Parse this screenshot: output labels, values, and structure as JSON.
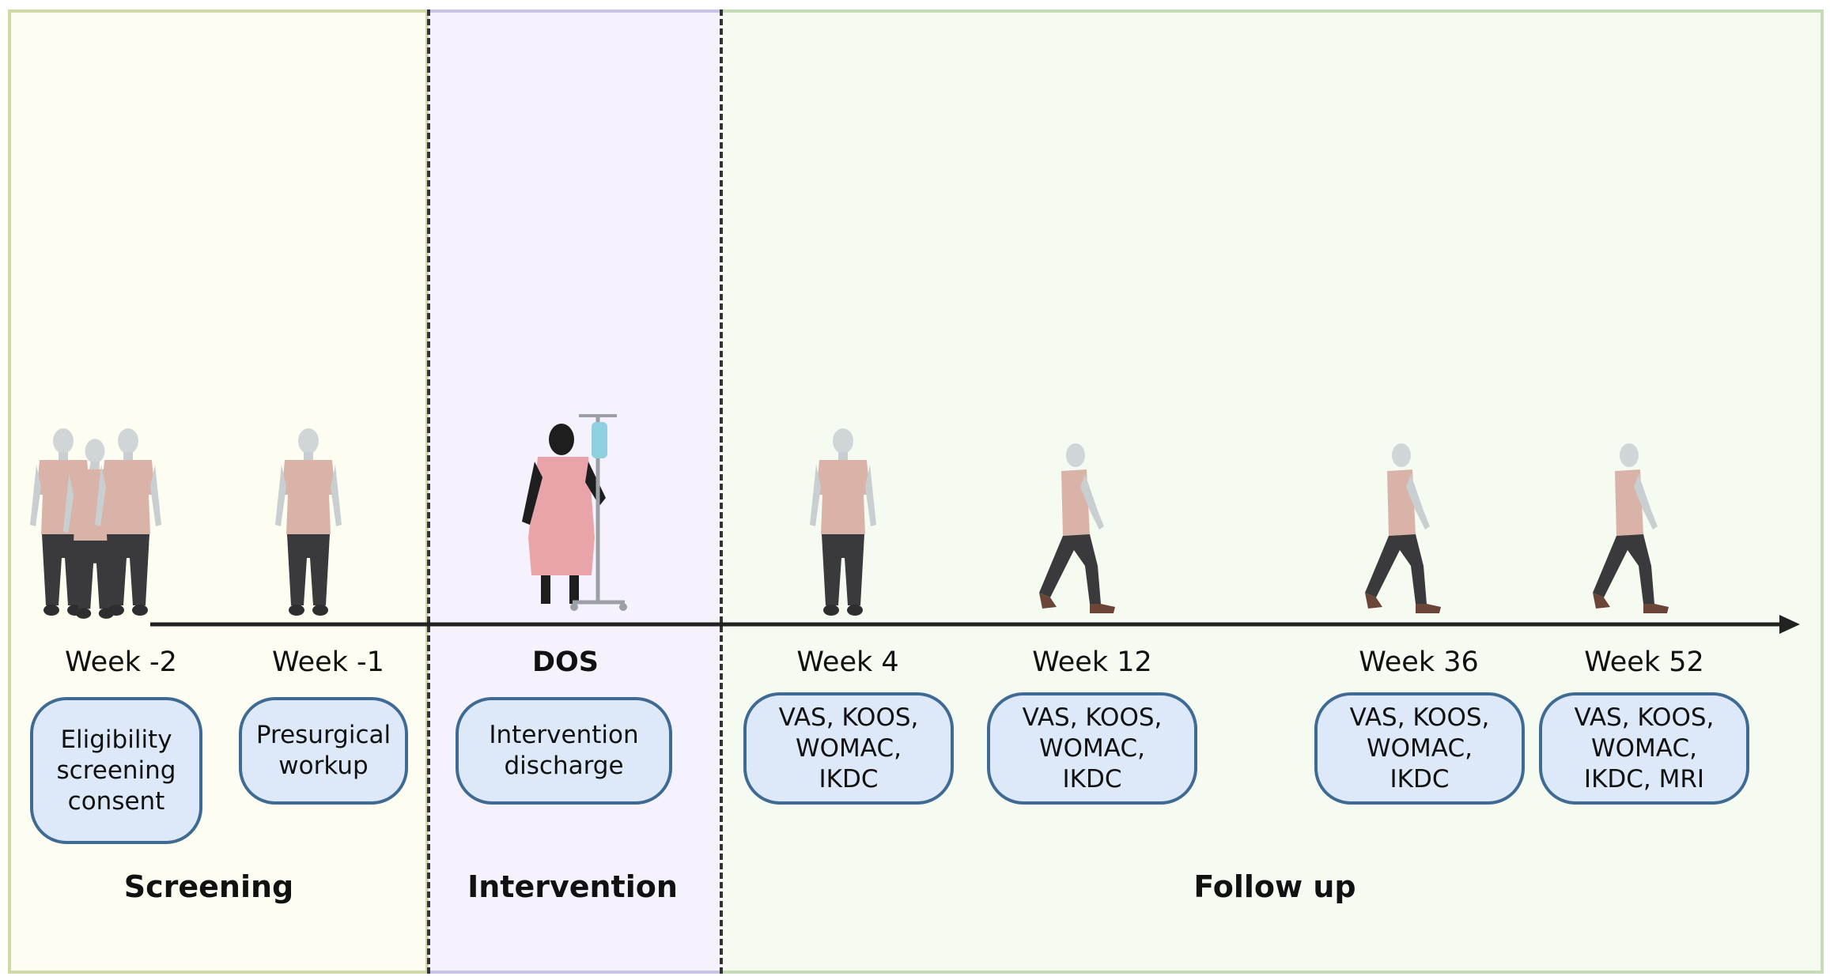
{
  "phases": {
    "screening": "Screening",
    "intervention": "Intervention",
    "followup": "Follow up"
  },
  "timepoints": [
    {
      "week": "Week -2",
      "box": "Eligibility\nscreening\nconsent"
    },
    {
      "week": "Week -1",
      "box": "Presurgical\nworkup"
    },
    {
      "week": "DOS",
      "box": "Intervention\ndischarge"
    },
    {
      "week": "Week 4",
      "box": "VAS, KOOS,\nWOMAC,\nIKDC"
    },
    {
      "week": "Week 12",
      "box": "VAS, KOOS,\nWOMAC,\nIKDC"
    },
    {
      "week": "Week 36",
      "box": "VAS, KOOS,\nWOMAC,\nIKDC"
    },
    {
      "week": "Week 52",
      "box": "VAS, KOOS,\nWOMAC,\nIKDC, MRI"
    }
  ],
  "icons": [
    "standing-person-group-icon",
    "standing-person-icon",
    "patient-iv-drip-icon",
    "walking-person-icon"
  ],
  "colors": {
    "screening_bg": "#fdfdf1",
    "intervention_bg": "#f6f2fd",
    "followup_bg": "#f5fbf1",
    "box_fill": "#dde9f8",
    "box_border": "#3f6a93",
    "timeline": "#222222"
  }
}
